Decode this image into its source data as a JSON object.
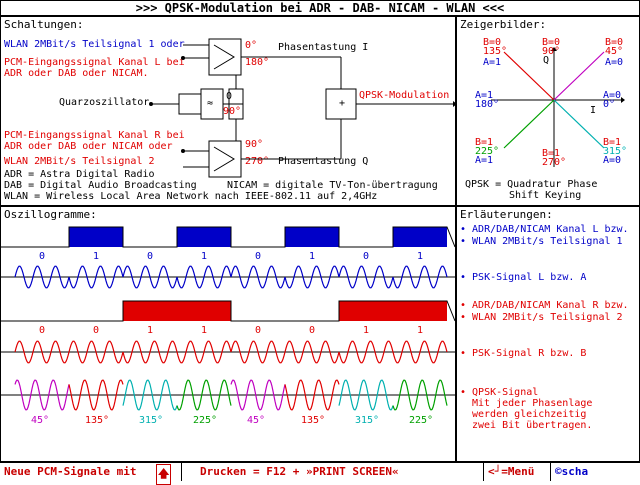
{
  "title": ">>>   QPSK-Modulation bei ADR - DAB- NICAM - WLAN   <<<",
  "schaltungen": {
    "header": "Schaltungen:",
    "wlan_l": "WLAN 2MBit/s Teilsignal 1 oder",
    "pcm_l1": "PCM-Eingangssignal Kanal L bei",
    "pcm_l2": "ADR oder DAB oder NICAM.",
    "quarz": "Quarzoszillator",
    "pcm_r1": "PCM-Eingangssignal Kanal R bei",
    "pcm_r2": "ADR oder DAB oder NICAM oder",
    "wlan_r": "WLAN 2MBit/s Teilsignal 2",
    "phase_i": "Phasentastung I",
    "phase_q": "Phasentastung Q",
    "qpsk_mod": "QPSK-Modulation",
    "deg_0": "0°",
    "deg_180": "180°",
    "deg_90": "90°",
    "deg_270": "270°",
    "deg_90b": "90°",
    "deg_0b": "0",
    "osc_sym": "≈",
    "plus_sym": "+",
    "adr": "ADR = Astra Digital Radio",
    "dab": "DAB = Digital Audio Broadcasting",
    "nicam": "NICAM = digitale TV-Ton-übertragung",
    "wlan_def": "WLAN = Wireless Local Area Network nach IEEE-802.11 auf 2,4GHz"
  },
  "zeiger": {
    "header": "Zeigerbilder:",
    "p135": [
      "B=0",
      "135°",
      "A=1"
    ],
    "p90": [
      "B=0",
      "90°"
    ],
    "p45": [
      "B=0",
      "45°",
      "A=0"
    ],
    "p180": [
      "A=1",
      "180°"
    ],
    "p0": [
      "A=0",
      "0°"
    ],
    "p225": [
      "B=1",
      "225°",
      "A=1"
    ],
    "p270": [
      "B=1",
      "270°"
    ],
    "p315": [
      "B=1",
      "315°",
      "A=0"
    ],
    "q_label": "Q",
    "i_label": "I",
    "qpsk1": "QPSK = Quadratur Phase",
    "qpsk2": "Shift Keying"
  },
  "osz": {
    "header": "Oszillogramme:",
    "bits_l": [
      "0",
      "1",
      "0",
      "1",
      "0",
      "1",
      "0",
      "1"
    ],
    "bits_r": [
      "0",
      "0",
      "1",
      "1",
      "0",
      "0",
      "1",
      "1"
    ],
    "phases": [
      "45°",
      "135°",
      "315°",
      "225°",
      "45°",
      "135°",
      "315°",
      "225°"
    ],
    "colors": {
      "blue": "#0000c8",
      "red": "#e00000",
      "magenta": "#c000c0",
      "cyan": "#00b0b0",
      "green": "#00a000"
    }
  },
  "erl": {
    "header": "Erläuterungen:",
    "l1": "• ADR/DAB/NICAM Kanal L bzw.",
    "l2": "• WLAN 2MBit/s Teilsignal 1",
    "psk_l": "• PSK-Signal L bzw. A",
    "r1": "• ADR/DAB/NICAM Kanal R bzw.",
    "r2": "• WLAN 2MBit/s Teilsignal 2",
    "psk_r": "• PSK-Signal R bzw. B",
    "q1": "• QPSK-Signal",
    "q2": "Mit jeder Phasenlage",
    "q3": "werden gleichzeitig",
    "q4": "zwei Bit übertragen."
  },
  "footer": {
    "neue": "Neue PCM-Signale mit",
    "up_arrow": "🡅",
    "drucken": "Drucken = F12 + »PRINT SCREEN«",
    "menu": "<┘=Menü",
    "copy": "©scha"
  }
}
